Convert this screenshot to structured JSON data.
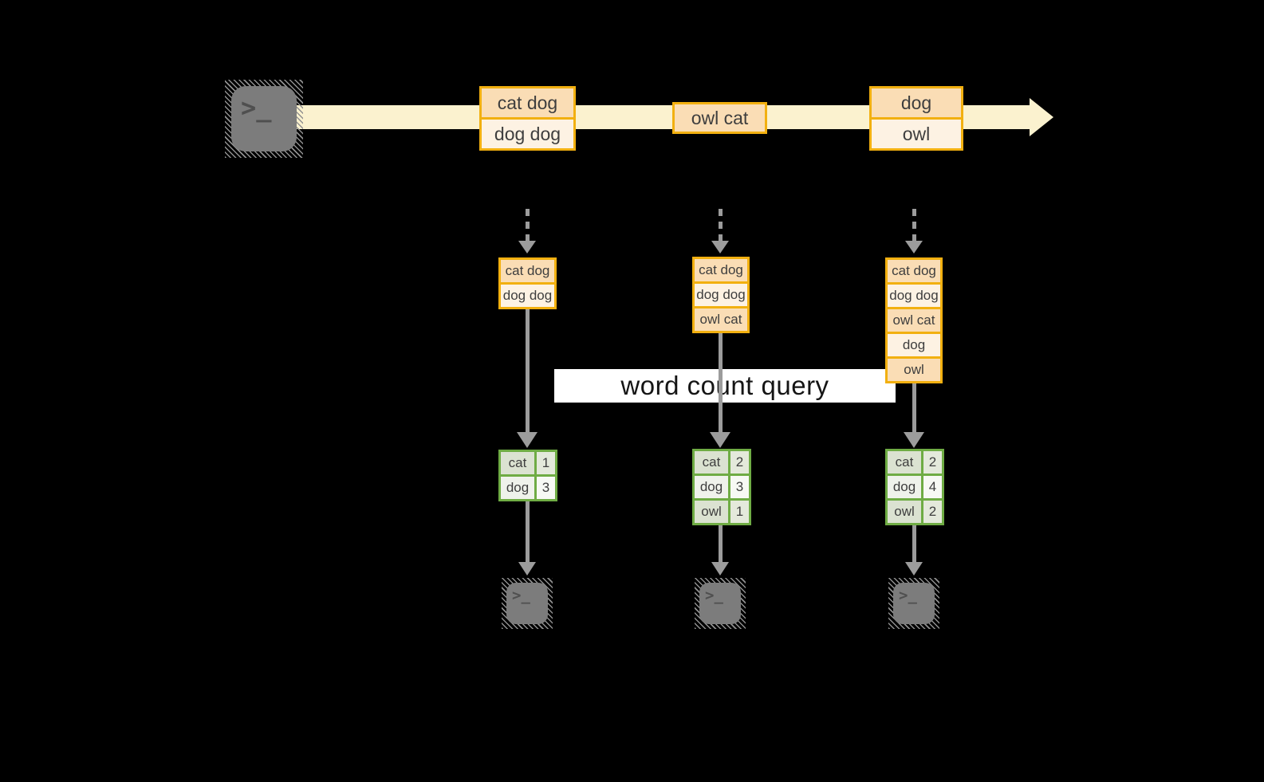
{
  "colors": {
    "background": "#000000",
    "stream_band": "#FBF2CF",
    "orange_border": "#F2B010",
    "cell_dark": "#FADDB5",
    "cell_light": "#FDF2E3",
    "cell_text": "#3E3E3E",
    "green_border": "#6FAC44",
    "green_cell_dark": "#DBE2D1",
    "green_value_dark": "#E4E9DB",
    "green_cell_light": "#EFF2EB",
    "green_value_light": "#F7F9F4",
    "arrow_gray": "#9C9C9C",
    "term_body": "#7C7C7C",
    "term_hatch": "#8F8F8F",
    "term_glyph": "#4F4F4F",
    "query_box_bg": "#FFFFFF",
    "query_text": "#151515"
  },
  "icons": {
    "terminal_glyph": ">_"
  },
  "query": {
    "label": "word count query"
  },
  "stream_events": [
    {
      "lines": [
        "cat dog",
        "dog dog"
      ]
    },
    {
      "lines": [
        "owl cat"
      ]
    },
    {
      "lines": [
        "dog",
        "owl"
      ]
    }
  ],
  "window_states": [
    {
      "lines": [
        "cat dog",
        "dog dog"
      ]
    },
    {
      "lines": [
        "cat dog",
        "dog dog",
        "owl cat"
      ]
    },
    {
      "lines": [
        "cat dog",
        "dog dog",
        "owl cat",
        "dog",
        "owl"
      ]
    }
  ],
  "count_tables": [
    {
      "rows": [
        {
          "word": "cat",
          "count": "1"
        },
        {
          "word": "dog",
          "count": "3"
        }
      ]
    },
    {
      "rows": [
        {
          "word": "cat",
          "count": "2"
        },
        {
          "word": "dog",
          "count": "3"
        },
        {
          "word": "owl",
          "count": "1"
        }
      ]
    },
    {
      "rows": [
        {
          "word": "cat",
          "count": "2"
        },
        {
          "word": "dog",
          "count": "4"
        },
        {
          "word": "owl",
          "count": "2"
        }
      ]
    }
  ]
}
